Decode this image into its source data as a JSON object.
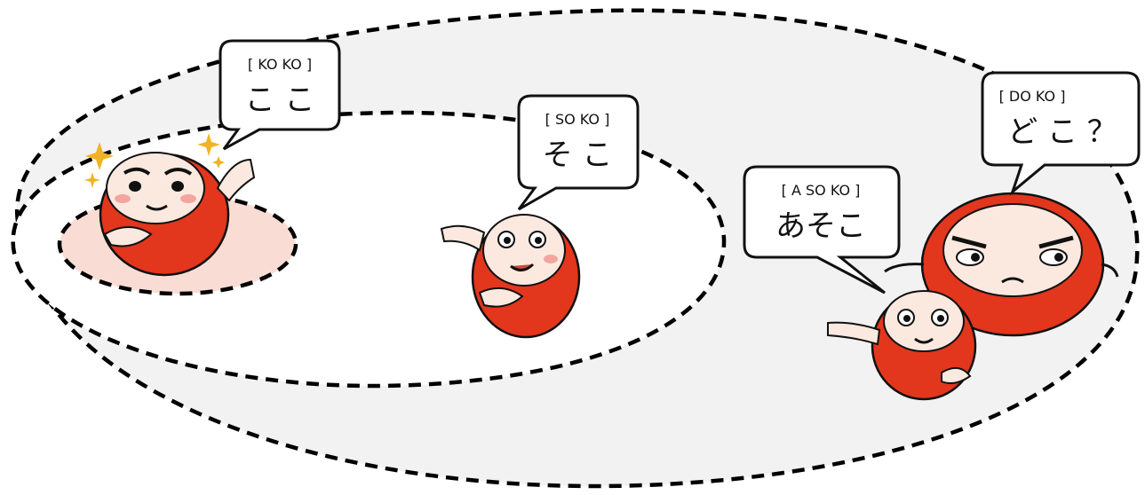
{
  "palette": {
    "outer_zone_fill": "#f2f2f2",
    "middle_zone_fill": "#ffffff",
    "inner_zone_fill": "#f9ddd5",
    "zone_stroke": "#000000",
    "daruma_red": "#e2361d",
    "daruma_face": "#fbe9df",
    "sparkle": "#f0b323"
  },
  "zones": [
    {
      "id": "inner",
      "word": "koko"
    },
    {
      "id": "middle",
      "word": "soko"
    },
    {
      "id": "outer",
      "word": "asoko"
    }
  ],
  "bubbles": {
    "koko": {
      "romaji": "[ KO KO ]",
      "kana": "こ こ"
    },
    "soko": {
      "romaji": "[ SO KO ]",
      "kana": "そ こ"
    },
    "asoko": {
      "romaji": "[ A SO KO ]",
      "kana": "あそこ"
    },
    "doko": {
      "romaji": "[ DO KO ]",
      "kana": "ど こ ？"
    }
  },
  "icons": {
    "koko_speaker": "daruma-pointing-self-icon",
    "soko_speaker": "daruma-gesturing-icon",
    "asoko_speaker": "daruma-pointing-far-icon",
    "doko_speaker": "daruma-puzzled-icon",
    "sparkles": "sparkle-icon"
  }
}
